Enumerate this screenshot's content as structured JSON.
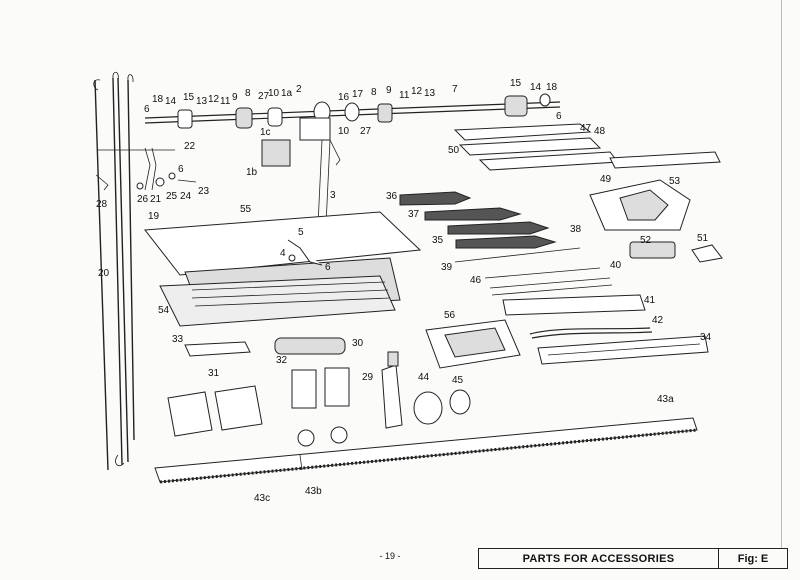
{
  "page": {
    "page_number": "- 19 -",
    "section_title": "PARTS FOR ACCESSORIES",
    "figure_label": "Fig: E"
  },
  "callouts": {
    "c18a": "18",
    "c14a": "14",
    "c15a": "15",
    "c13a": "13",
    "c12a": "12",
    "c11a": "11",
    "c9a": "9",
    "c8a": "8",
    "c27a": "27",
    "c10a": "10",
    "c1a": "1a",
    "c2": "2",
    "c6a": "6",
    "c1c": "1c",
    "c10b": "10",
    "c16": "16",
    "c17": "17",
    "c8b": "8",
    "c9b": "9",
    "c11b": "11",
    "c12b": "12",
    "c13b": "13",
    "c27b": "27",
    "c7": "7",
    "c15b": "15",
    "c14b": "14",
    "c18b": "18",
    "c6b": "6",
    "c47": "47",
    "c48": "48",
    "c50": "50",
    "c49": "49",
    "c53": "53",
    "c22": "22",
    "c6c": "6",
    "c26": "26",
    "c21": "21",
    "c25": "25",
    "c24": "24",
    "c23": "23",
    "c1b": "1b",
    "c3": "3",
    "c28": "28",
    "c19": "19",
    "c20": "20",
    "c55": "55",
    "c5": "5",
    "c4": "4",
    "c6d": "6",
    "c36": "36",
    "c37": "37",
    "c35": "35",
    "c38": "38",
    "c39": "39",
    "c46": "46",
    "c40": "40",
    "c41": "41",
    "c52": "52",
    "c51": "51",
    "c54": "54",
    "c56": "56",
    "c42": "42",
    "c34": "34",
    "c33": "33",
    "c30": "30",
    "c32": "32",
    "c31": "31",
    "c29": "29",
    "c44": "44",
    "c45": "45",
    "c43a": "43a",
    "c43c": "43c",
    "c43b": "43b"
  }
}
